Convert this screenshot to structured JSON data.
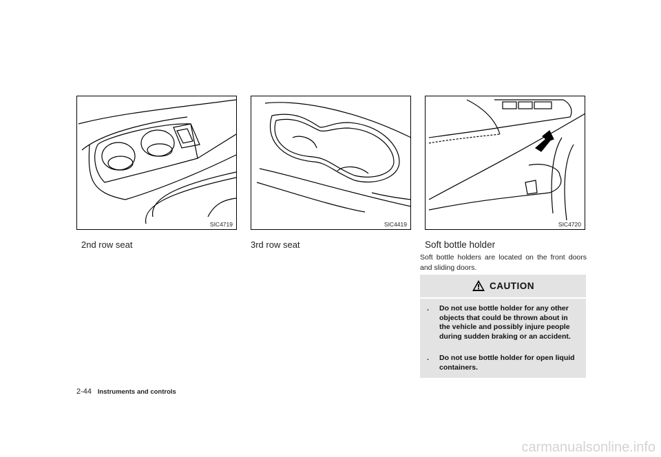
{
  "figures": [
    {
      "code": "SIC4719",
      "caption": "2nd row seat"
    },
    {
      "code": "SIC4419",
      "caption": "3rd row seat"
    },
    {
      "code": "SIC4720",
      "caption": "Soft bottle holder"
    }
  ],
  "section": {
    "body": "Soft bottle holders are located on the front doors and sliding doors."
  },
  "caution": {
    "title": "CAUTION",
    "icon": "warning-triangle-icon",
    "bullet_char": ".",
    "items": [
      "Do not use bottle holder for any other objects that could be thrown about in the vehicle and possibly injure people during sudden braking or an accident.",
      "Do not use bottle holder for open liquid containers."
    ]
  },
  "footer": {
    "page": "2-44",
    "section": "Instruments and controls"
  },
  "watermark": "carmanualsonline.info"
}
